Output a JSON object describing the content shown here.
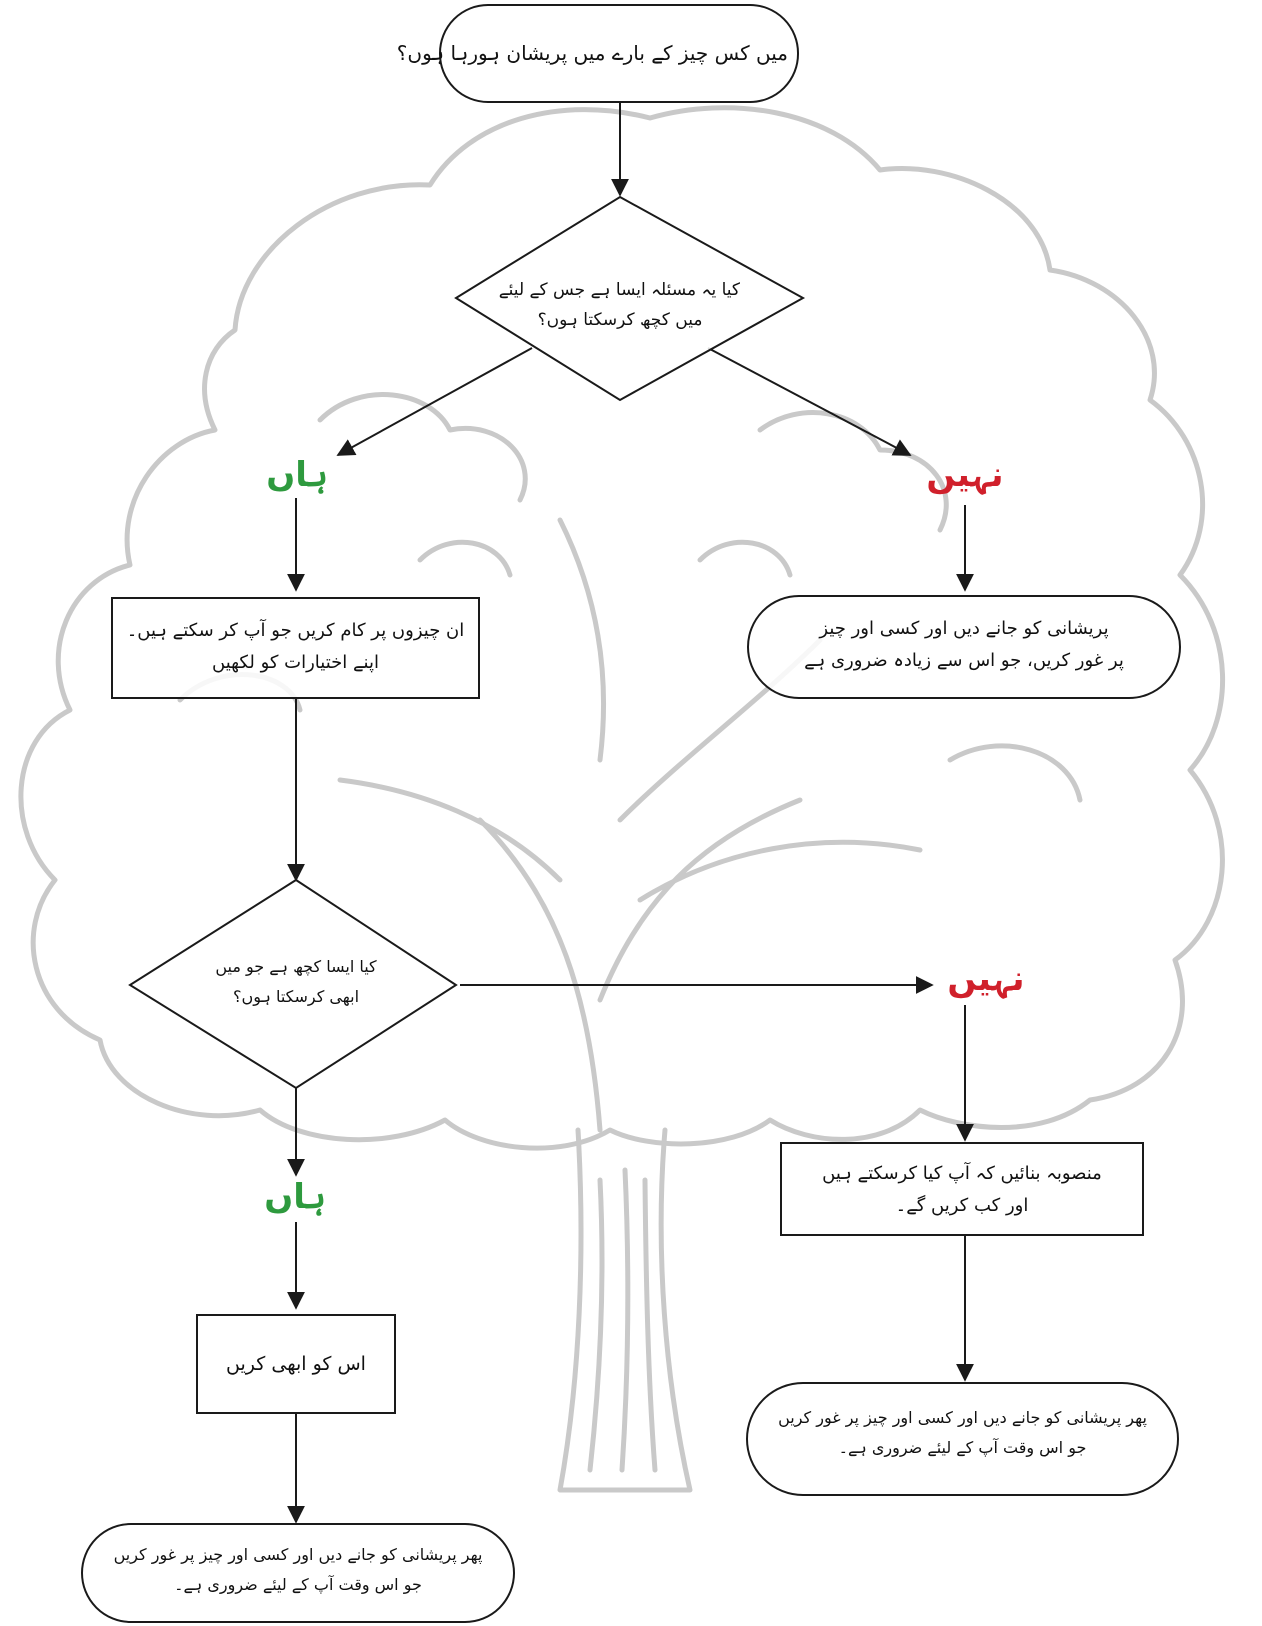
{
  "colors": {
    "yes": "#2e9a3e",
    "no": "#d0202b",
    "stroke": "#1a1a1a",
    "tree": "#c9c9c9"
  },
  "nodes": {
    "start": {
      "line1": "میں کس چیز کے بارے میں پریشان ہورہا ہوں؟"
    },
    "decision1": {
      "line1": "کیا یہ مسئلہ ایسا ہے جس کے لیئے",
      "line2": "میں کچھ کرسکتا ہوں؟"
    },
    "yes1": {
      "label": "ہاں"
    },
    "no1": {
      "label": "نہیں"
    },
    "action1": {
      "line1": "ان چیزوں پر کام کریں جو آپ کر سکتے ہیں۔",
      "line2": "اپنے اختیارات کو لکھیں"
    },
    "letgo1": {
      "line1": "پریشانی کو جانے دیں اور کسی اور چیز",
      "line2": "پر غور کریں، جو اس سے زیادہ ضروری ہے"
    },
    "decision2": {
      "line1": "کیا ایسا کچھ ہے جو میں",
      "line2": "ابھی کرسکتا ہوں؟"
    },
    "no2": {
      "label": "نہیں"
    },
    "yes2": {
      "label": "ہاں"
    },
    "plan": {
      "line1": "منصوبہ بنائیں کہ آپ کیا کرسکتے ہیں",
      "line2": "اور کب کریں گے۔"
    },
    "donow": {
      "line1": "اس کو ابھی کریں"
    },
    "letgo2": {
      "line1": "پھر پریشانی کو جانے دیں اور کسی اور چیز پر غور کریں",
      "line2": "جو اس وقت آپ کے لیئے ضروری ہے۔"
    },
    "letgo3": {
      "line1": "پھر پریشانی کو جانے دیں اور کسی اور چیز پر غور کریں",
      "line2": "جو اس وقت آپ کے لیئے ضروری ہے۔"
    }
  }
}
